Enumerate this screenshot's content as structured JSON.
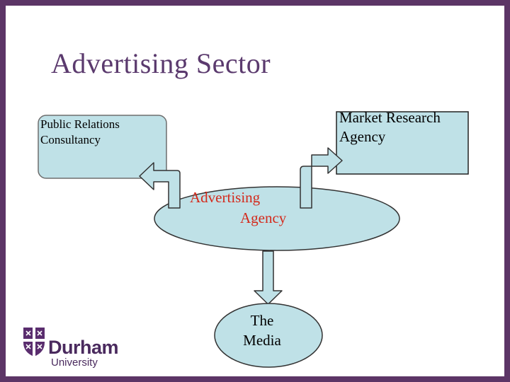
{
  "slide": {
    "title": "Advertising Sector"
  },
  "diagram": {
    "pr_box": {
      "line1": "Public Relations",
      "line2": "Consultancy"
    },
    "mr_box": {
      "line1": "Market Research",
      "line2": "Agency"
    },
    "agency": {
      "line1": "Advertising",
      "line2": "Agency"
    },
    "media": {
      "line1": "The",
      "line2": "Media"
    }
  },
  "logo": {
    "name": "Durham",
    "subtitle": "University"
  },
  "colors": {
    "frame": "#5c3566",
    "title": "#5b3a6e",
    "fill": "#bfe1e7",
    "agency_text": "#d42a1c"
  }
}
